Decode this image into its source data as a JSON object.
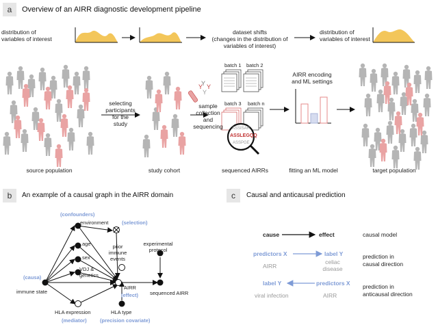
{
  "panel_a": {
    "letter": "a",
    "title": "Overview of an AIRR diagnostic development pipeline",
    "dist_left": "distribution of\nvariables of interest",
    "dataset_shifts": "dataset shifts\n(changes in the distribution of\nvariables of interest)",
    "dist_right": "distribution of\nvariables of interest",
    "step_selecting": "selecting\nparticipants\nfor the\nstudy",
    "step_sample": "sample\ncollection\nand\nsequencing",
    "batches": [
      "batch 1",
      "batch 2",
      "batch 3",
      "batch n"
    ],
    "seq_lines": [
      "ASSISAR",
      "ASSLEGQQ",
      "ASSPGE"
    ],
    "airr_encoding": "AIRR encoding\nand ML settings",
    "labels": [
      "source population",
      "study cohort",
      "sequenced AIRRs",
      "fitting an ML model",
      "target population"
    ]
  },
  "panel_b": {
    "letter": "b",
    "title": "An example of a causal graph in the AIRR domain",
    "confounders": "(confounders)",
    "environment": "environment",
    "selection": "(selection)",
    "age": "age",
    "sex": "sex",
    "vdj": "VDJ &\ngenetics",
    "prior": "prior\nimmune\nevents",
    "experimental": "experimental\nprotocol",
    "causa": "(causa)",
    "immune_state": "immune state",
    "airr": "AIRR",
    "effect": "(effect)",
    "sequenced_airr": "sequenced AIRR",
    "hla_expression": "HLA expression",
    "mediator": "(mediator)",
    "hla_type": "HLA type",
    "precision": "(precision covariate)"
  },
  "panel_c": {
    "letter": "c",
    "title": "Causal and anticausal prediction",
    "cause": "cause",
    "effect": "effect",
    "causal_model": "causal model",
    "predictors_x_1": "predictors X",
    "label_y_1": "label Y",
    "airr_1": "AIRR",
    "celiac": "celiac\ndisease",
    "pred_causal": "prediction in\ncausal direction",
    "label_y_2": "label Y",
    "predictors_x_2": "predictors X",
    "viral": "viral infection",
    "airr_2": "AIRR",
    "pred_anticausal": "prediction in\nanticausal direction"
  },
  "colors": {
    "dist_fill": "#f3c65a",
    "accent_blue": "#7e9bd6",
    "red_fig": "#e9a3a3",
    "gray_fig": "#b5b5b5"
  }
}
